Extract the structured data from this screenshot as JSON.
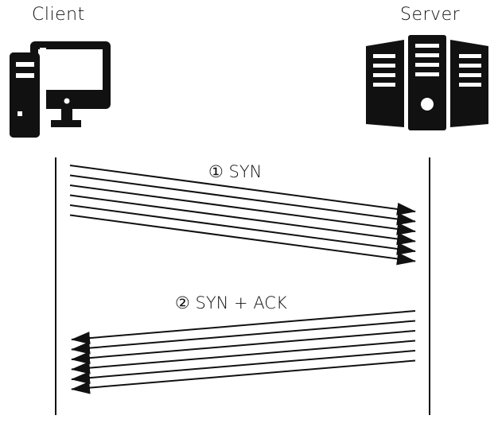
{
  "client": {
    "label": "Client",
    "icon": "desktop-computer-icon"
  },
  "server": {
    "label": "Server",
    "icon": "server-rack-icon"
  },
  "messages": [
    {
      "label": "① SYN",
      "direction": "client-to-server",
      "count": 6
    },
    {
      "label": "② SYN + ACK",
      "direction": "server-to-client",
      "count": 6
    }
  ],
  "colors": {
    "stroke": "#111111",
    "background": "#ffffff"
  }
}
